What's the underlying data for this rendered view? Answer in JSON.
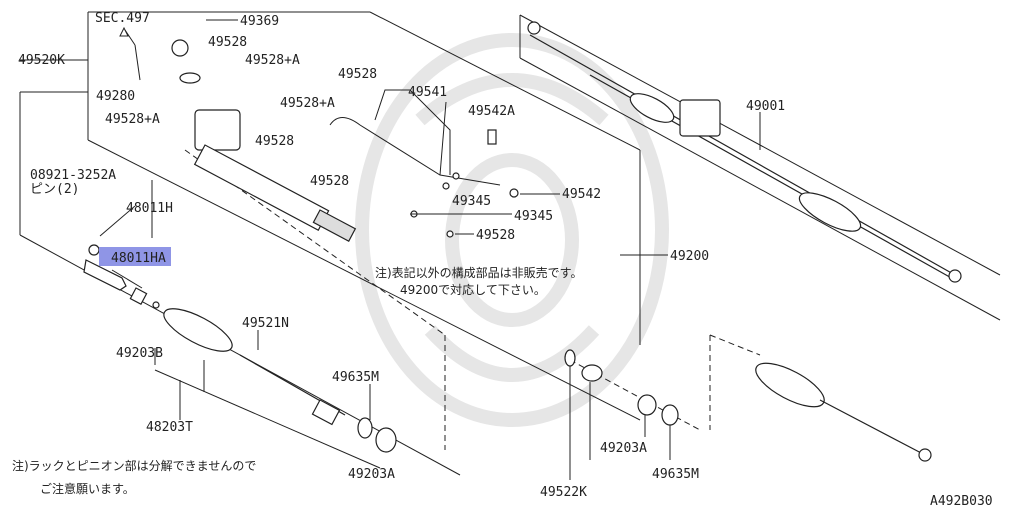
{
  "labels": {
    "sec497": "SEC.497",
    "p49369": "49369",
    "p49528_a": "49528",
    "p49528A_1": "49528+A",
    "p49520K": "49520K",
    "p49280": "49280",
    "p49528A_2": "49528+A",
    "p49528_b": "49528",
    "p49528A_3": "49528+A",
    "p49541": "49541",
    "p49542A": "49542A",
    "p49528_c": "49528",
    "p49528_d": "49528",
    "p49345_a": "49345",
    "p49542": "49542",
    "p49345_b": "49345",
    "p49528_e": "49528",
    "p08921": "08921-3252A",
    "pin2": "ピン(2)",
    "p48011H": "48011H",
    "p48011HA": "48011HA",
    "p49001": "49001",
    "p49200": "49200",
    "p49203B": "49203B",
    "p49521N": "49521N",
    "p49635M_a": "49635M",
    "p48203T": "48203T",
    "p49203A_a": "49203A",
    "p49522K": "49522K",
    "p49203A_b": "49203A",
    "p49635M_b": "49635M",
    "diagram_id": "A492B030"
  },
  "notes": {
    "note1_line1": "注)表記以外の構成部品は非販売です。",
    "note1_line2": "49200で対応して下さい。",
    "note2_line1": "注)ラックとピニオン部は分解できませんので",
    "note2_line2": "ご注意願います。"
  },
  "colors": {
    "highlight": "#8f95e6",
    "line": "#222222",
    "watermark": "#e6e6e6"
  }
}
